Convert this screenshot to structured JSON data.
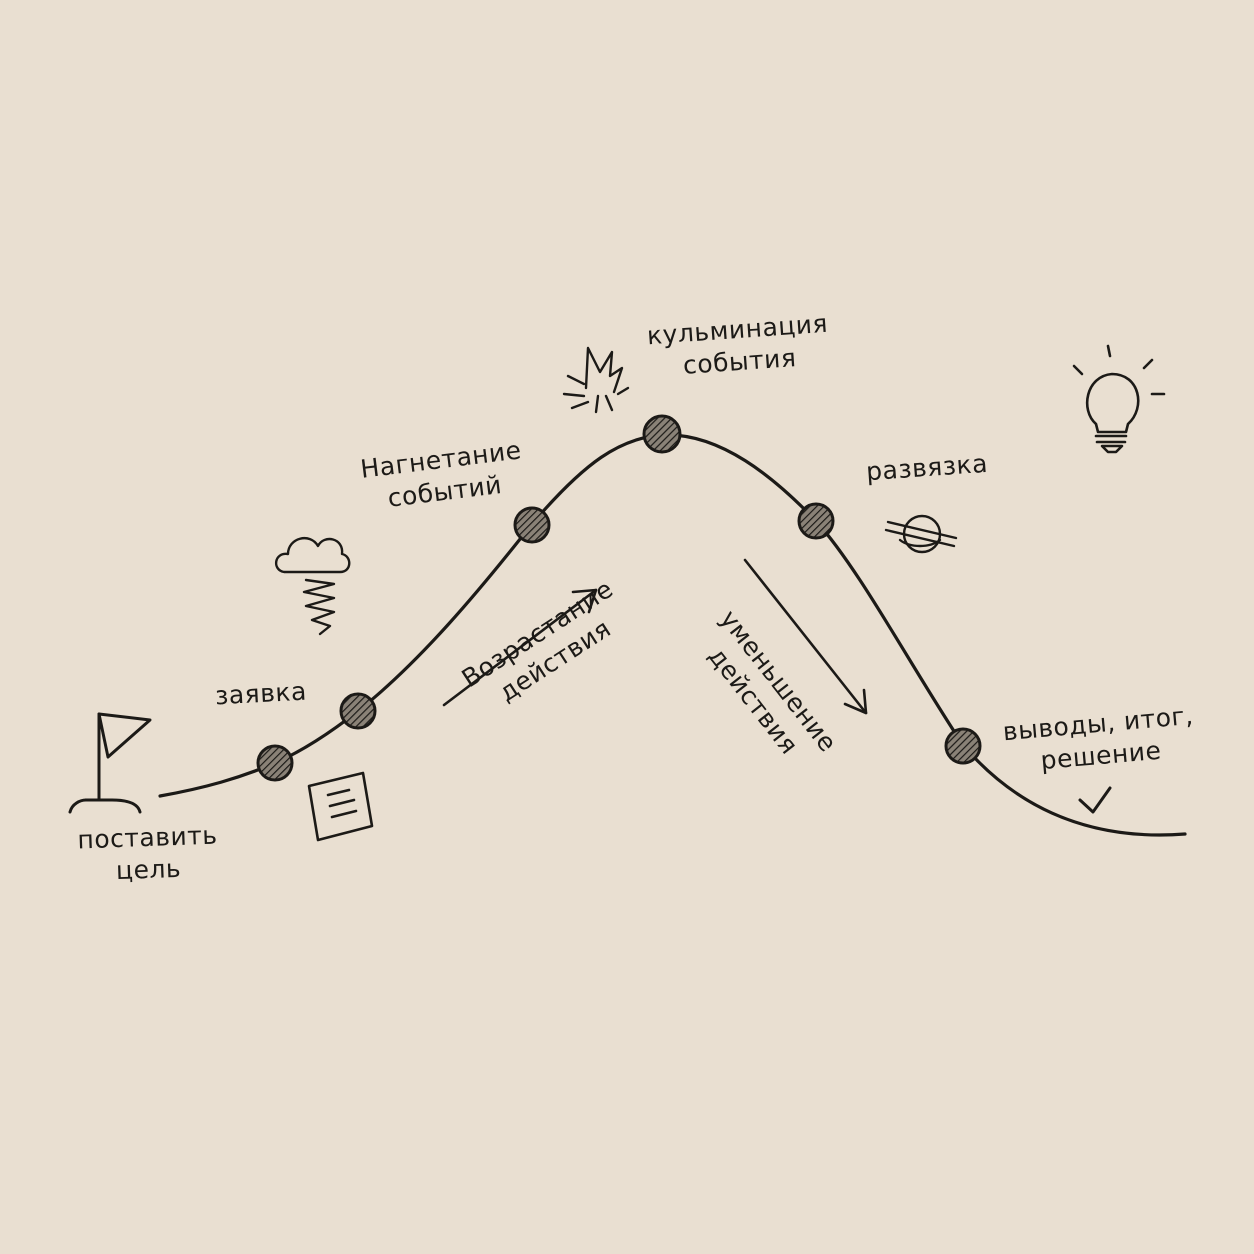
{
  "diagram": {
    "ink_color": "#1c1a17",
    "paper_color": "#e9dfd1",
    "labels": {
      "goal": [
        "поставить",
        "цель"
      ],
      "exposition": [
        "заявка"
      ],
      "buildup": [
        "Нагнетание",
        "событий"
      ],
      "climax": [
        "кульминация",
        "события"
      ],
      "denouement": [
        "развязка"
      ],
      "conclusion": [
        "выводы, итог,",
        "решение"
      ],
      "rising": [
        "Возрастание",
        "действия"
      ],
      "falling": [
        "уменьшение",
        "действия"
      ]
    },
    "icons": [
      "flag-icon",
      "document-icon",
      "storm-cloud-icon",
      "explosion-icon",
      "knot-icon",
      "lightbulb-icon",
      "checkmark-icon"
    ]
  }
}
